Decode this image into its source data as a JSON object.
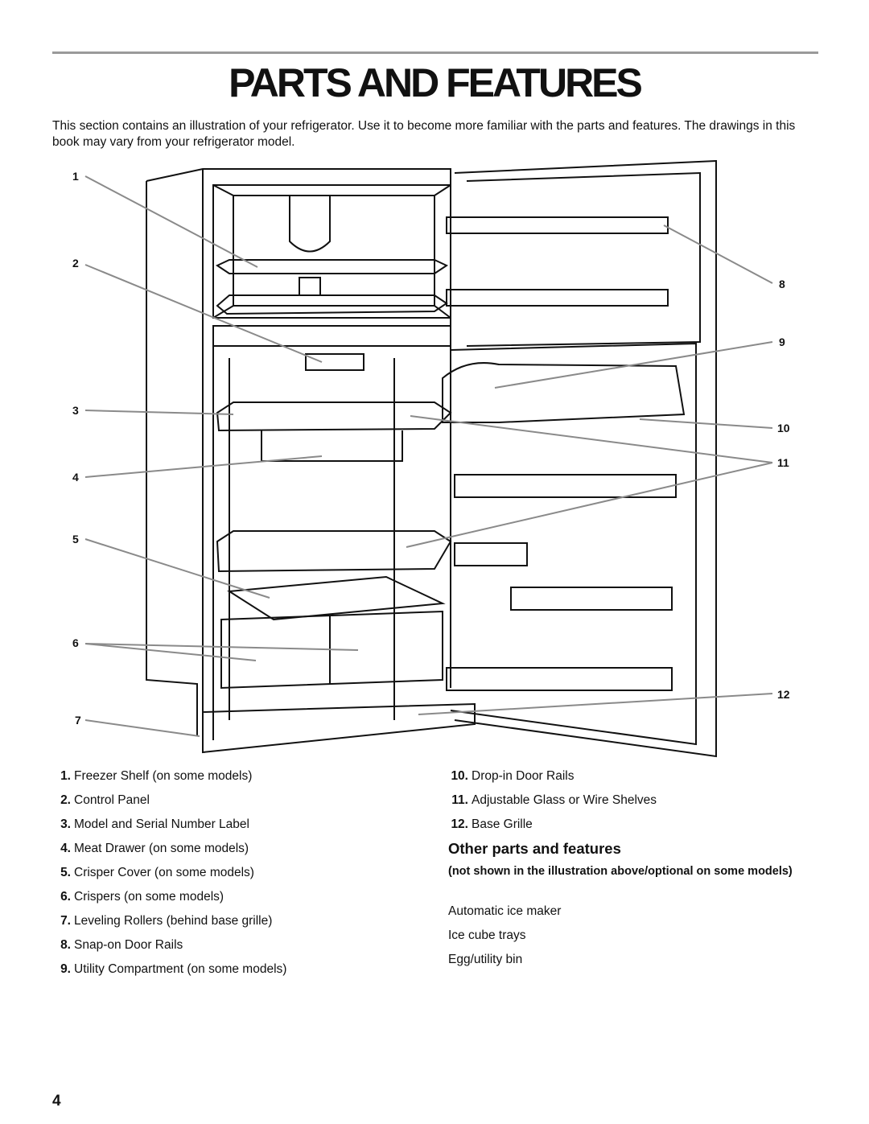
{
  "page": {
    "title": "PARTS AND FEATURES",
    "intro": "This section contains an illustration of your refrigerator. Use it to become more familiar with the parts and features. The drawings in this book may vary from your refrigerator model.",
    "page_number": "4"
  },
  "figure": {
    "callouts": [
      "1",
      "2",
      "3",
      "4",
      "5",
      "6",
      "7",
      "8",
      "9",
      "10",
      "11",
      "12"
    ]
  },
  "parts_left": [
    {
      "num": "1.",
      "label": "Freezer Shelf (on some models)"
    },
    {
      "num": "2.",
      "label": "Control Panel"
    },
    {
      "num": "3.",
      "label": "Model and Serial Number Label"
    },
    {
      "num": "4.",
      "label": "Meat Drawer (on some models)"
    },
    {
      "num": "5.",
      "label": "Crisper Cover (on some models)"
    },
    {
      "num": "6.",
      "label": "Crispers (on some models)"
    },
    {
      "num": "7.",
      "label": "Leveling Rollers (behind base grille)"
    },
    {
      "num": "8.",
      "label": "Snap-on Door Rails"
    },
    {
      "num": "9.",
      "label": "Utility Compartment (on some models)"
    }
  ],
  "parts_right": [
    {
      "num": "10.",
      "label": "Drop-in Door Rails"
    },
    {
      "num": "11.",
      "label": "Adjustable Glass  or Wire Shelves"
    },
    {
      "num": "12.",
      "label": "Base Grille"
    }
  ],
  "other": {
    "heading": "Other parts and features",
    "note": "(not shown in the illustration above/optional on some models)",
    "items": [
      "Automatic ice maker",
      "Ice cube trays",
      "Egg/utility bin"
    ]
  }
}
